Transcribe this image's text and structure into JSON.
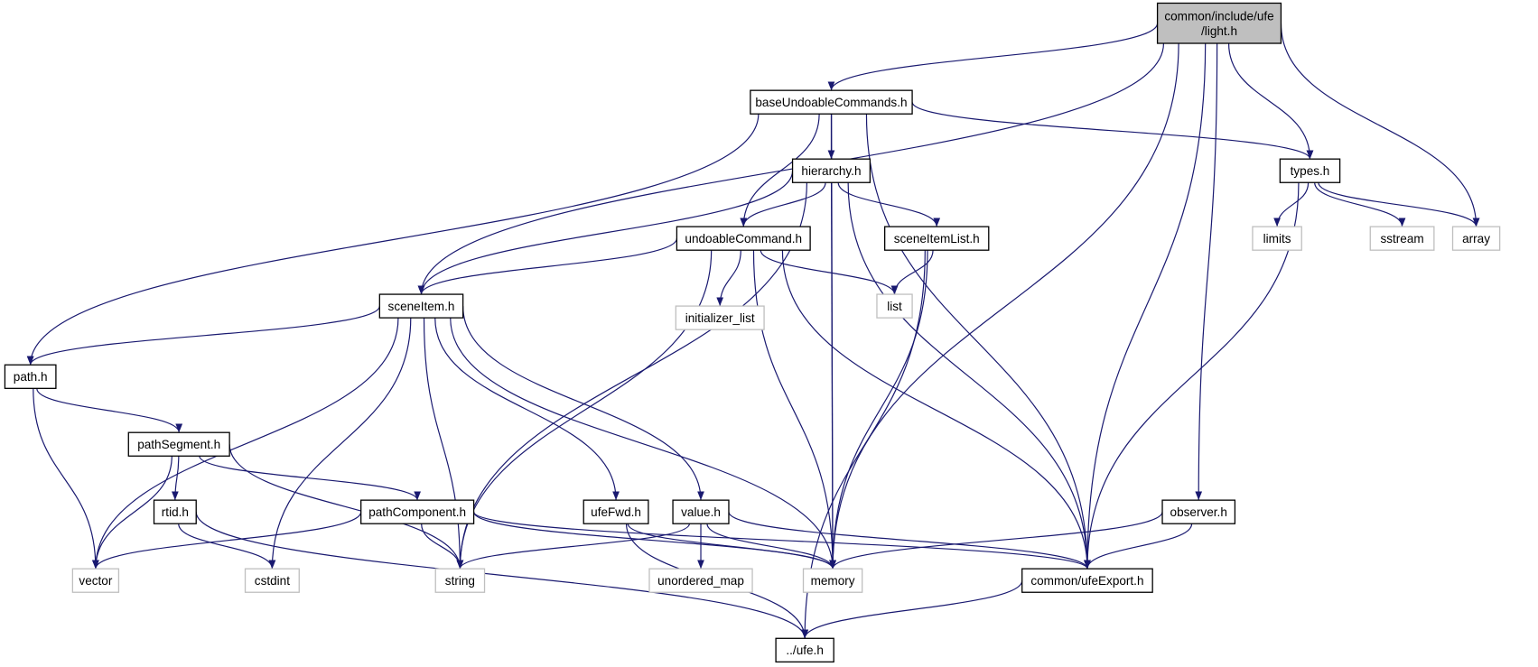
{
  "colors": {
    "edge": "#191970",
    "root_fill": "#bfbfbf",
    "documented_border": "#000000",
    "external_border": "#bfbfbf"
  },
  "nodes": [
    {
      "id": "light",
      "label": "common/include/ufe\n/light.h",
      "kind": "root"
    },
    {
      "id": "base",
      "label": "baseUndoableCommands.h",
      "kind": "documented"
    },
    {
      "id": "types",
      "label": "types.h",
      "kind": "documented"
    },
    {
      "id": "hier",
      "label": "hierarchy.h",
      "kind": "documented"
    },
    {
      "id": "limits",
      "label": "limits",
      "kind": "external"
    },
    {
      "id": "sstream",
      "label": "sstream",
      "kind": "external"
    },
    {
      "id": "array",
      "label": "array",
      "kind": "external"
    },
    {
      "id": "undo",
      "label": "undoableCommand.h",
      "kind": "documented"
    },
    {
      "id": "sil",
      "label": "sceneItemList.h",
      "kind": "documented"
    },
    {
      "id": "init",
      "label": "initializer_list",
      "kind": "external"
    },
    {
      "id": "list",
      "label": "list",
      "kind": "external"
    },
    {
      "id": "si",
      "label": "sceneItem.h",
      "kind": "documented"
    },
    {
      "id": "path",
      "label": "path.h",
      "kind": "documented"
    },
    {
      "id": "pseg",
      "label": "pathSegment.h",
      "kind": "documented"
    },
    {
      "id": "rtid",
      "label": "rtid.h",
      "kind": "documented"
    },
    {
      "id": "pcomp",
      "label": "pathComponent.h",
      "kind": "documented"
    },
    {
      "id": "fwd",
      "label": "ufeFwd.h",
      "kind": "documented"
    },
    {
      "id": "value",
      "label": "value.h",
      "kind": "documented"
    },
    {
      "id": "obs",
      "label": "observer.h",
      "kind": "documented"
    },
    {
      "id": "vector",
      "label": "vector",
      "kind": "external"
    },
    {
      "id": "cstdint",
      "label": "cstdint",
      "kind": "external"
    },
    {
      "id": "string",
      "label": "string",
      "kind": "external"
    },
    {
      "id": "umap",
      "label": "unordered_map",
      "kind": "external"
    },
    {
      "id": "memory",
      "label": "memory",
      "kind": "external"
    },
    {
      "id": "export",
      "label": "common/ufeExport.h",
      "kind": "documented"
    },
    {
      "id": "ufe",
      "label": "../ufe.h",
      "kind": "documented"
    }
  ],
  "edges": [
    [
      "light",
      "base"
    ],
    [
      "light",
      "si"
    ],
    [
      "light",
      "types"
    ],
    [
      "light",
      "array"
    ],
    [
      "light",
      "memory"
    ],
    [
      "light",
      "obs"
    ],
    [
      "light",
      "export"
    ],
    [
      "base",
      "path"
    ],
    [
      "base",
      "memory"
    ],
    [
      "base",
      "hier"
    ],
    [
      "base",
      "undo"
    ],
    [
      "base",
      "types"
    ],
    [
      "base",
      "export"
    ],
    [
      "hier",
      "si"
    ],
    [
      "hier",
      "string"
    ],
    [
      "hier",
      "undo"
    ],
    [
      "hier",
      "memory"
    ],
    [
      "hier",
      "sil"
    ],
    [
      "hier",
      "export"
    ],
    [
      "types",
      "limits"
    ],
    [
      "types",
      "sstream"
    ],
    [
      "types",
      "array"
    ],
    [
      "types",
      "export"
    ],
    [
      "undo",
      "si"
    ],
    [
      "undo",
      "string"
    ],
    [
      "undo",
      "init"
    ],
    [
      "undo",
      "memory"
    ],
    [
      "undo",
      "list"
    ],
    [
      "undo",
      "export"
    ],
    [
      "sil",
      "list"
    ],
    [
      "sil",
      "memory"
    ],
    [
      "sil",
      "ufe"
    ],
    [
      "si",
      "path"
    ],
    [
      "si",
      "vector"
    ],
    [
      "si",
      "cstdint"
    ],
    [
      "si",
      "string"
    ],
    [
      "si",
      "fwd"
    ],
    [
      "si",
      "value"
    ],
    [
      "si",
      "memory"
    ],
    [
      "path",
      "vector"
    ],
    [
      "path",
      "pseg"
    ],
    [
      "pseg",
      "vector"
    ],
    [
      "pseg",
      "rtid"
    ],
    [
      "pseg",
      "string"
    ],
    [
      "pseg",
      "pcomp"
    ],
    [
      "rtid",
      "cstdint"
    ],
    [
      "rtid",
      "ufe"
    ],
    [
      "pcomp",
      "vector"
    ],
    [
      "pcomp",
      "string"
    ],
    [
      "pcomp",
      "memory"
    ],
    [
      "pcomp",
      "export"
    ],
    [
      "fwd",
      "memory"
    ],
    [
      "fwd",
      "ufe"
    ],
    [
      "value",
      "string"
    ],
    [
      "value",
      "umap"
    ],
    [
      "value",
      "memory"
    ],
    [
      "value",
      "export"
    ],
    [
      "obs",
      "memory"
    ],
    [
      "obs",
      "export"
    ],
    [
      "export",
      "ufe"
    ]
  ]
}
